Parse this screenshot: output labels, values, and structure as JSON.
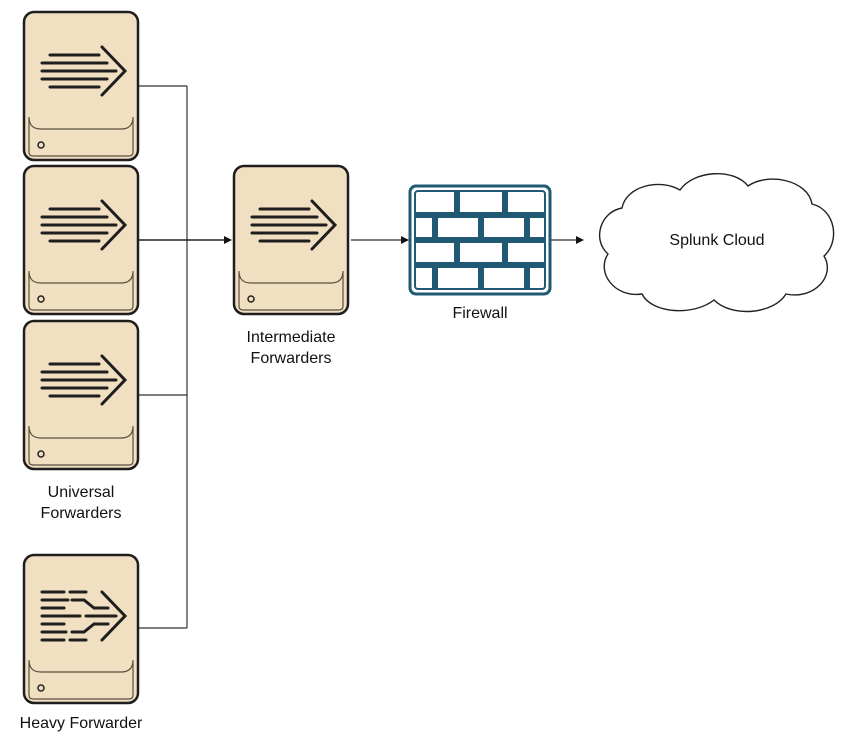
{
  "labels": {
    "universal": [
      "Universal",
      "Forwarders"
    ],
    "heavy": "Heavy Forwarder",
    "intermediate": [
      "Intermediate",
      "Forwarders"
    ],
    "firewall": "Firewall",
    "cloud": "Splunk Cloud"
  },
  "icons": {
    "universal_forwarder": "forwarder-server-icon",
    "heavy_forwarder": "heavy-forwarder-server-icon",
    "intermediate_forwarder": "forwarder-server-icon",
    "firewall": "brick-wall-icon",
    "cloud": "cloud-icon"
  },
  "colors": {
    "server_fill": "#f1dfc1",
    "firewall": "#1f5973"
  }
}
